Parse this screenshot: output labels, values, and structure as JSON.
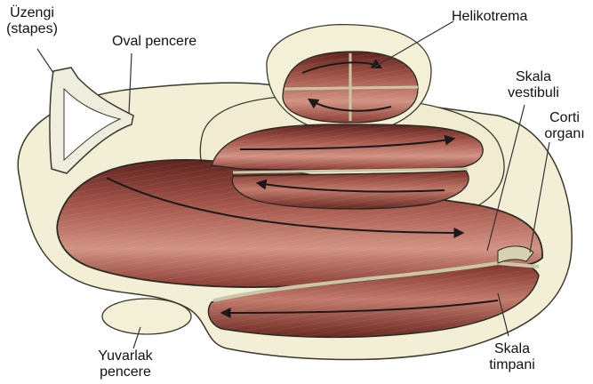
{
  "labels": {
    "stapes": [
      "Üzengi",
      "(stapes)"
    ],
    "oval_window": "Oval pencere",
    "helicotrema": "Helikotrema",
    "scala_vestibuli": [
      "Skala",
      "vestibuli"
    ],
    "organ_of_corti": [
      "Corti",
      "organı"
    ],
    "round_window": [
      "Yuvarlak",
      "pencere"
    ],
    "scala_tympani": [
      "Skala",
      "timpani"
    ]
  },
  "colors": {
    "bone": "#f3efd6",
    "bone_outline": "#3a3a2a",
    "canal_dark": "#6e2a24",
    "canal_mid": "#a8554a",
    "canal_light": "#d99a8a",
    "membrane": "#c9c7a8",
    "arrow": "#1a1a1a",
    "leader": "#333333"
  }
}
